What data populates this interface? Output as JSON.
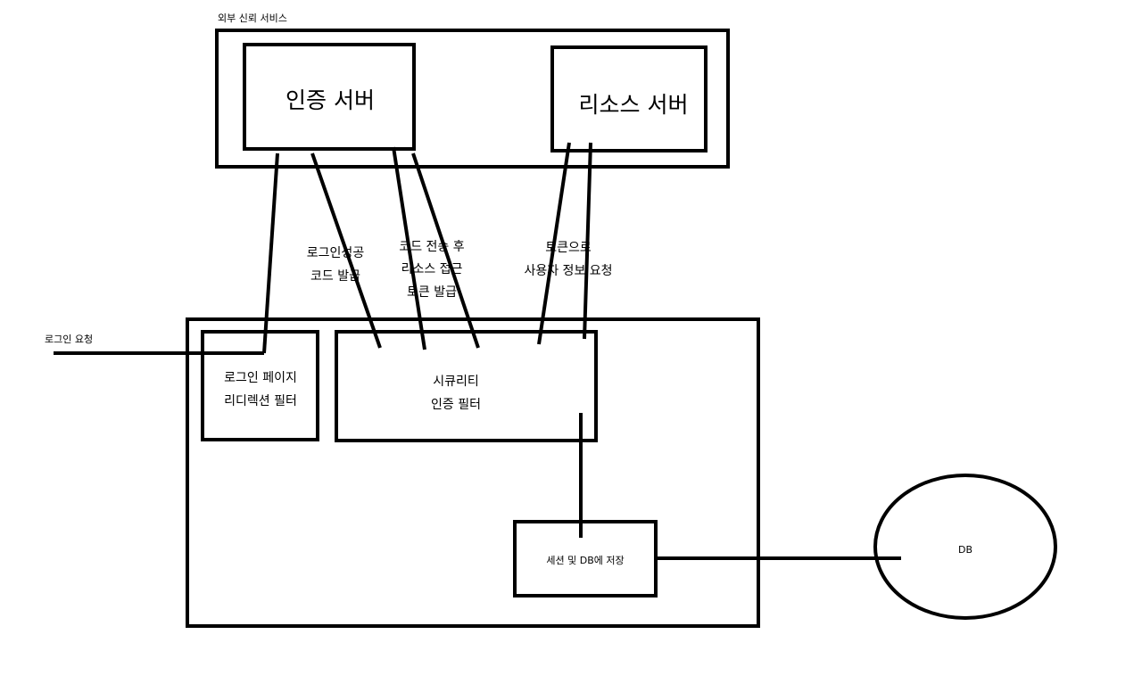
{
  "external_group": {
    "label": "외부 신뢰 서비스"
  },
  "nodes": {
    "auth_server": "인증 서버",
    "resource_server": "리소스 서버",
    "login_redirect_filter": [
      "로그인 페이지",
      "리디렉션 필터"
    ],
    "security_auth_filter": [
      "시큐리티",
      "인증 필터"
    ],
    "session_db_store": "세션 및 DB에 저장",
    "db": "DB"
  },
  "edges": {
    "login_request": "로그인 요청",
    "login_success_code": [
      "로그인성공",
      "코드 발급"
    ],
    "code_to_token": [
      "코드 전송 후",
      "리소스 접근",
      "토큰 발급"
    ],
    "token_user_info": [
      "토큰으로",
      "사용자 정보 요청"
    ]
  }
}
